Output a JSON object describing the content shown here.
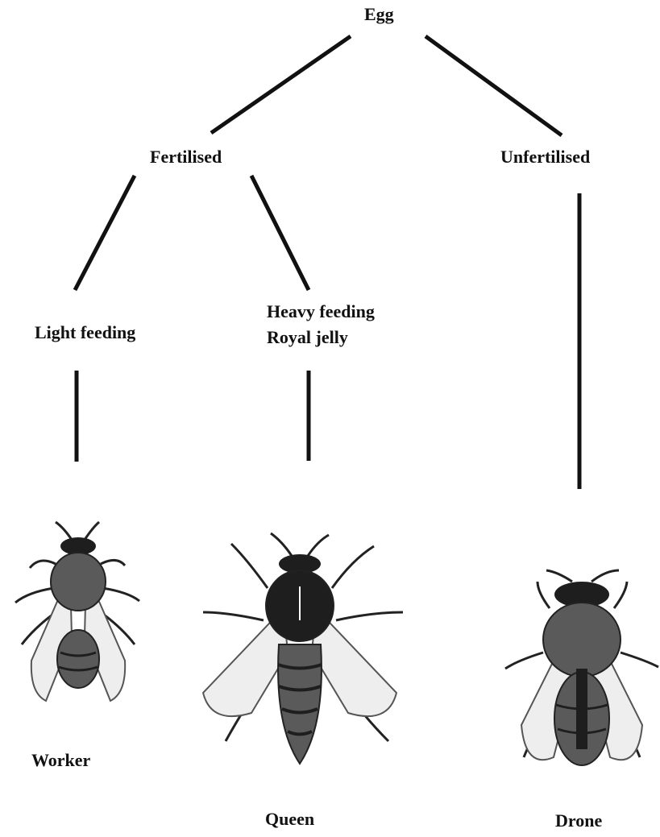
{
  "tree": {
    "root": "Egg",
    "fertilised": "Fertilised",
    "unfertilised": "Unfertilised",
    "light_feeding": "Light feeding",
    "heavy_feeding": "Heavy feeding",
    "royal_jelly": "Royal jelly"
  },
  "castes": {
    "worker": "Worker",
    "queen": "Queen",
    "drone": "Drone"
  },
  "colors": {
    "ink": "#111111",
    "bee_body": "#5a5a5a",
    "bee_dark": "#1e1e1e",
    "wing": "#eeeeee"
  },
  "icons": [
    "worker-bee-illustration",
    "queen-bee-illustration",
    "drone-bee-illustration"
  ]
}
